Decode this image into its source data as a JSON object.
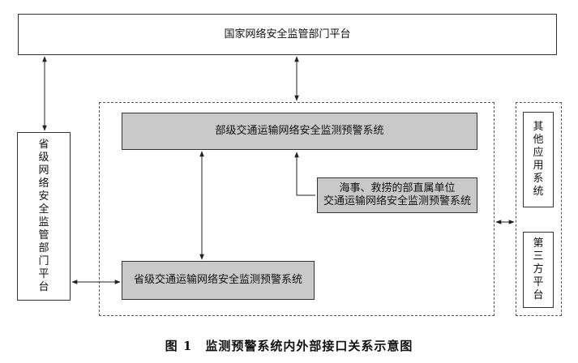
{
  "nodes": {
    "national": "国家网络安全监管部门平台",
    "provincial_platform": "省级网络安全监管部门平台",
    "ministry_system": "部级交通运输网络安全监测预警系统",
    "maritime_line1": "海事、救捞的部直属单位",
    "maritime_line2": "交通运输网络安全监测预警系统",
    "provincial_system": "省级交通运输网络安全监测预警系统",
    "other_apps": "其他应用系统",
    "third_party": "第三方平台"
  },
  "caption": "图 1　监测预警系统内外部接口关系示意图"
}
